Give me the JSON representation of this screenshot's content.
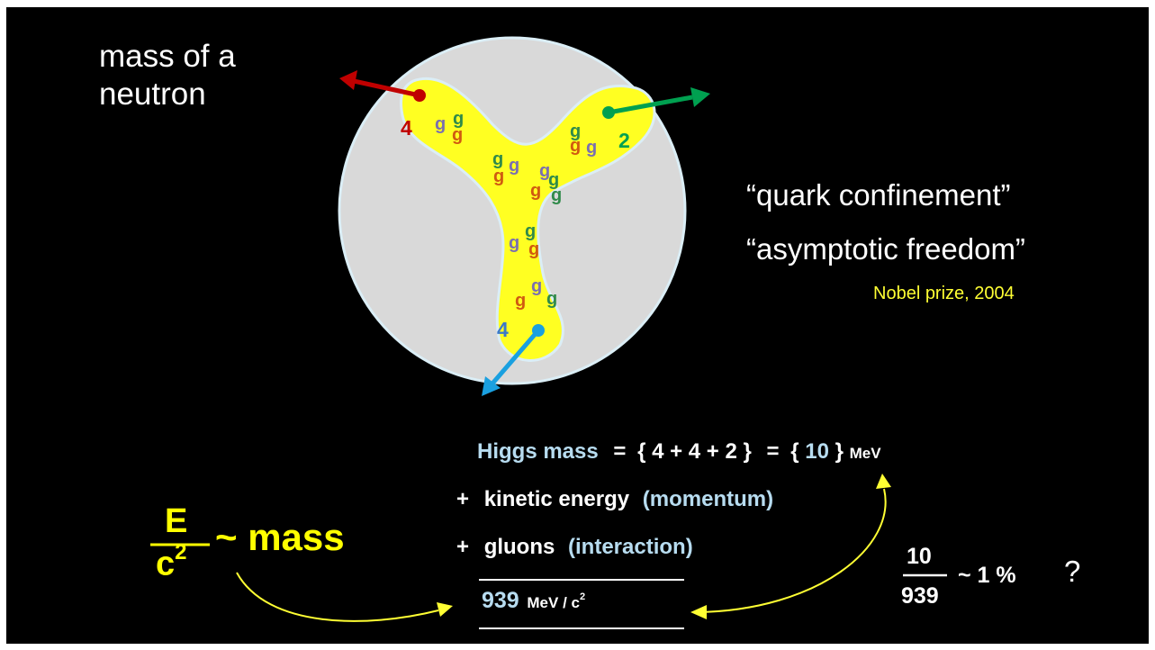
{
  "title": "mass of a neutron",
  "quark_labels": [
    "4",
    "2",
    "4"
  ],
  "gluon_glyph": "g",
  "quotes": {
    "confinement": "“quark confinement”",
    "freedom": "“asymptotic freedom”",
    "nobel": "Nobel prize, 2004"
  },
  "energy": {
    "numerator": "E",
    "denominator_base": "c",
    "denominator_exp": "2",
    "approx": "~ mass"
  },
  "equation": {
    "higgs_label": "Higgs mass",
    "equals1": "=",
    "higgs_sum": "{ 4 + 4 + 2 }",
    "equals2": "=",
    "higgs_total": "10",
    "brace_open": "{",
    "brace_close": "}",
    "unit_mev": "MeV",
    "plus1": "+",
    "kinetic": "kinetic energy",
    "momentum": "(momentum)",
    "plus2": "+",
    "gluons": "gluons",
    "interaction": "(interaction)",
    "result_value": "939",
    "result_unit": "MeV / c",
    "result_exp": "2"
  },
  "ratio": {
    "numerator": "10",
    "denominator": "939",
    "approx": "~ 1 %",
    "question": "?"
  },
  "colors": {
    "background": "#000000",
    "yellow": "#ffff00",
    "light_blue": "#b7dcf0",
    "red_quark": "#c00000",
    "green_quark": "#00a050",
    "blue_quark": "#1aa0e0"
  }
}
